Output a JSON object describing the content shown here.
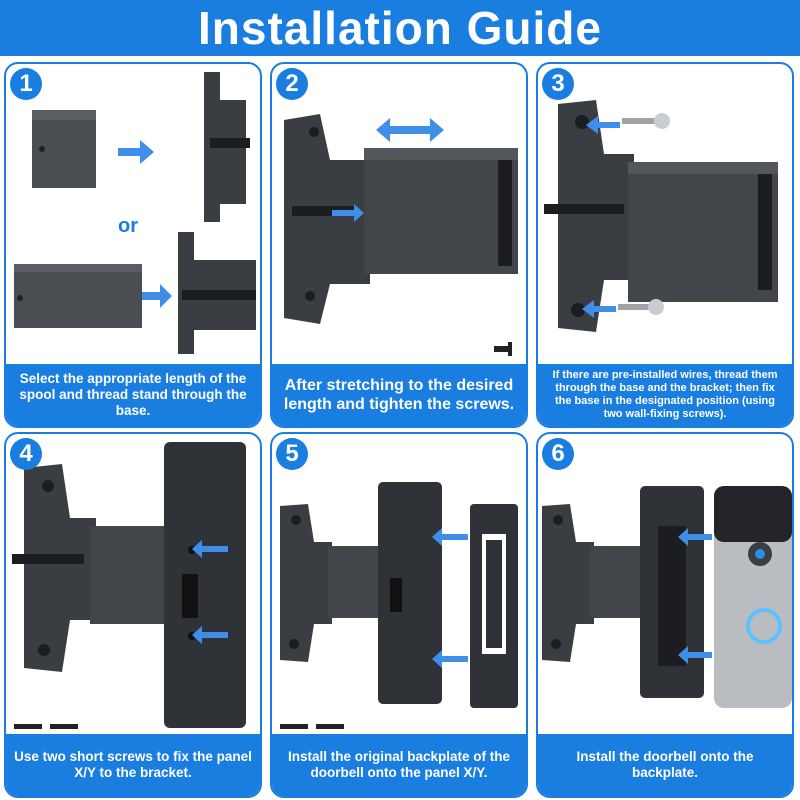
{
  "title": "Installation Guide",
  "steps": [
    {
      "number": "1",
      "caption": "Select the appropriate length of the spool and thread stand through the base.",
      "or_label": "or"
    },
    {
      "number": "2",
      "caption": "After stretching to the desired length and tighten the screws."
    },
    {
      "number": "3",
      "caption": "If there are pre-installed wires, thread them through the base and the bracket; then fix the base in the designated position (using two wall-fixing screws)."
    },
    {
      "number": "4",
      "caption": "Use two short screws to fix the panel  X/Y to the bracket."
    },
    {
      "number": "5",
      "caption": "Install the original backplate of the doorbell onto the panel X/Y."
    },
    {
      "number": "6",
      "caption": "Install the doorbell onto the backplate."
    }
  ],
  "colors": {
    "accent": "#1a7de0",
    "bracket": "#3a3d42",
    "bracket_dark": "#232528",
    "arrow": "#3f8fe8",
    "doorbell_silver": "#b9bcc0"
  },
  "icons": [
    "arrow-right-icon",
    "double-arrow-icon",
    "screw-icon"
  ]
}
